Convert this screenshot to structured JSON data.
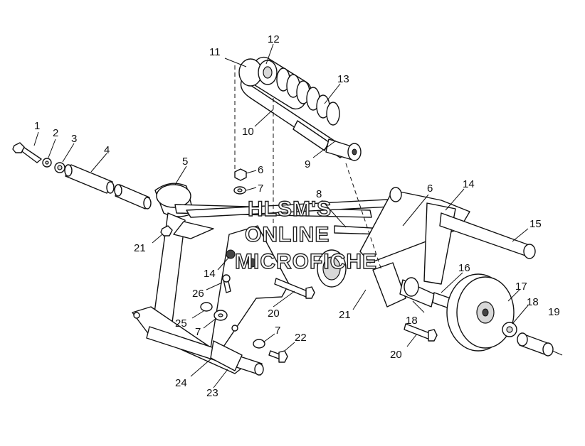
{
  "watermark": {
    "line1": "HLSM'S",
    "line2": "ONLINE",
    "line3": "MICROFICHE"
  },
  "callouts": {
    "n1": "1",
    "n2": "2",
    "n3": "3",
    "n4": "4",
    "n5": "5",
    "n6a": "6",
    "n6b": "6",
    "n7a": "7",
    "n7b": "7",
    "n7c": "7",
    "n8": "8",
    "n9": "9",
    "n10": "10",
    "n11": "11",
    "n12": "12",
    "n13": "13",
    "n14a": "14",
    "n14b": "14",
    "n15": "15",
    "n16": "16",
    "n17": "17",
    "n18": "18",
    "n19": "19",
    "n20a": "20",
    "n20b": "20",
    "n21a": "21",
    "n21b": "21",
    "n22": "22",
    "n23": "23",
    "n24": "24",
    "n25": "25",
    "n26": "26"
  }
}
